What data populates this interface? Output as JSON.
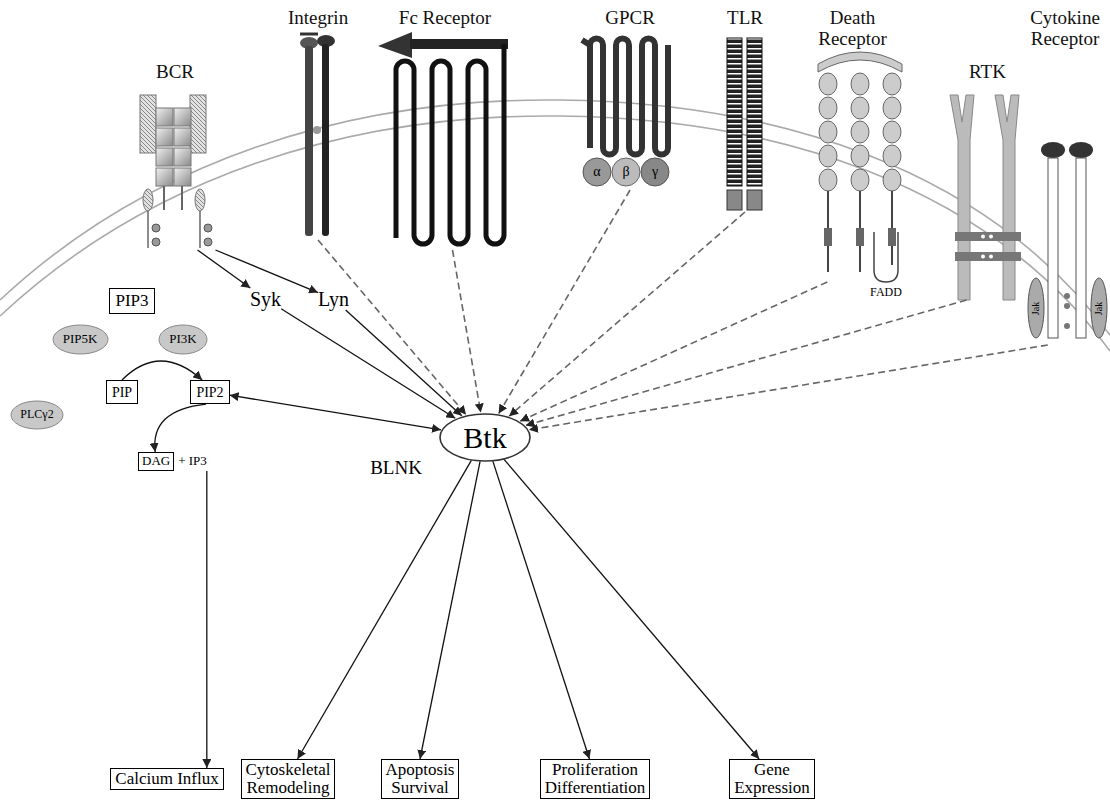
{
  "diagram": {
    "nodes": [
      {
        "text": [
          "BCR"
        ]
      },
      {
        "text": [
          "Integrin"
        ]
      },
      {
        "text": [
          "Fc Receptor"
        ]
      },
      {
        "text": [
          "GPCR"
        ]
      },
      {
        "text": [
          "TLR"
        ]
      },
      {
        "text": [
          "Death Receptor"
        ]
      },
      {
        "text": [
          "RTK"
        ]
      },
      {
        "text": [
          "Cytokine Receptor"
        ]
      },
      {
        "text": [
          "PIP3"
        ]
      },
      {
        "text": [
          "PIP5K"
        ]
      },
      {
        "text": [
          "PI3K"
        ]
      },
      {
        "text": [
          "PIP"
        ]
      },
      {
        "text": [
          "PIP2"
        ]
      },
      {
        "text": [
          "PLCγ2"
        ]
      },
      {
        "text": [
          "DAG",
          "+ IP3"
        ]
      },
      {
        "text": [
          "Syk"
        ]
      },
      {
        "text": [
          "Lyn"
        ]
      },
      {
        "text": [
          "Btk"
        ]
      },
      {
        "text": [
          "Calcium Influx"
        ]
      },
      {
        "text": [
          "Cytoskeletal Remodeling"
        ]
      },
      {
        "text": [
          "Apoptosis Survival"
        ]
      },
      {
        "text": [
          "Proliferation Differentiation"
        ]
      },
      {
        "text": [
          "Gene Expression"
        ]
      }
    ],
    "edges": [
      {
        "from": 0,
        "to": 15,
        "arrow": "to"
      },
      {
        "from": 0,
        "to": 16,
        "arrow": "to"
      },
      {
        "from": 15,
        "to": 17,
        "arrow": "to"
      },
      {
        "from": 16,
        "to": 17,
        "arrow": "to"
      },
      {
        "from": 1,
        "to": 17,
        "arrow": "to"
      },
      {
        "from": 2,
        "to": 17,
        "arrow": "to"
      },
      {
        "from": 3,
        "to": 17,
        "arrow": "to"
      },
      {
        "from": 4,
        "to": 17,
        "arrow": "to"
      },
      {
        "from": 5,
        "to": 17,
        "arrow": "to"
      },
      {
        "from": 6,
        "to": 17,
        "arrow": "to"
      },
      {
        "from": 7,
        "to": 17,
        "arrow": "to"
      },
      {
        "from": 17,
        "to": 12,
        "arrow": "both"
      },
      {
        "from": 11,
        "to": 12,
        "arrow": "to"
      },
      {
        "from": 12,
        "to": 14,
        "arrow": "to"
      },
      {
        "from": 14,
        "to": 18,
        "arrow": "to"
      },
      {
        "from": 17,
        "to": 19,
        "arrow": "to"
      },
      {
        "from": 17,
        "to": 20,
        "arrow": "to"
      },
      {
        "from": 17,
        "to": 21,
        "arrow": "to"
      },
      {
        "from": 17,
        "to": 22,
        "arrow": "to"
      }
    ],
    "labels": [
      "α",
      "β",
      "γ",
      "FADD",
      "BLNK",
      "Jak",
      "Jak"
    ]
  }
}
